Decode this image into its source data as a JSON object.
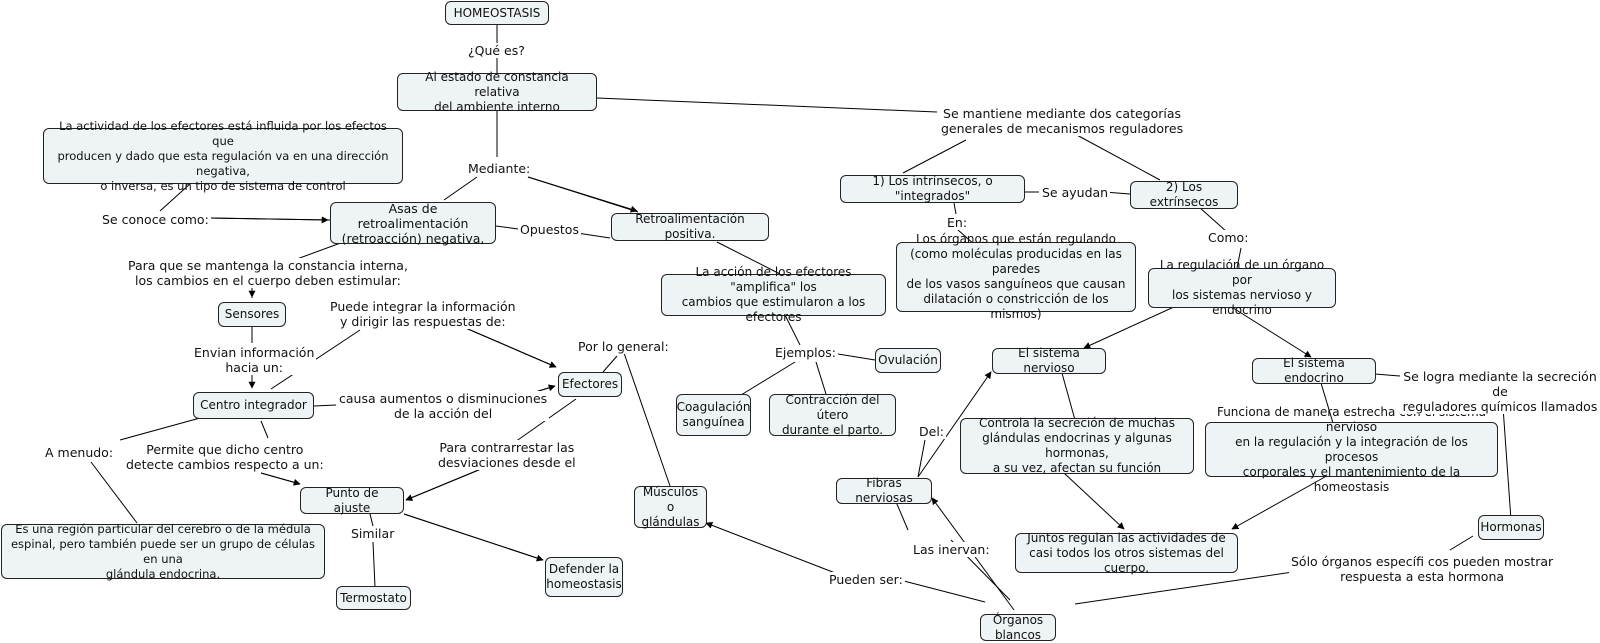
{
  "nodes": {
    "homeostasis": "HOMEOSTASIS",
    "definition": "Al estado de constancia relativa\ndel ambiente interno",
    "effector_activity": "La actividad de los efectores está influida por los efectos que\nproducen y dado que esta regulación va en una dirección negativa,\no inversa, es un tipo de sistema de control",
    "negative_feedback": "Asas de retroalimentación\n(retroacción) negativa.",
    "positive_feedback": "Retroalimentación positiva.",
    "amplify": "La acción de los efectores \"amplifica\" los\ncambios que estimularon a los efectores",
    "ovulation": "Ovulación",
    "coagulation": "Coagulación\nsanguínea",
    "contraction": "Contracción del útero\ndurante el parto.",
    "sensors": "Sensores",
    "integrator": "Centro integrador",
    "effectors": "Efectores",
    "set_point": "Punto de ajuste",
    "brain_region": "Es una región particular del cerebro o de la médula\nespinal, pero también puede ser un grupo de células en una\nglándula endocrina.",
    "thermostat": "Termostato",
    "defend": "Defender la\nhomeostasis",
    "muscles": "Músculos o\nglándulas",
    "intrinsic": "1) Los intrínsecos, o \"integrados\"",
    "extrinsic": "2) Los extrínsecos",
    "organs_regulating": "Los órganos que están regulando\n(como moléculas producidas en las paredes\nde los vasos sanguíneos que causan\ndilatación o constricción de los mismos)",
    "organ_regulation": "La regulación de un órgano por\nlos sistemas nervioso y endocrino",
    "nervous_system": "El sistema nervioso",
    "endocrine_system": "El sistema endocrino",
    "controls_secretion": "Controla la secreción de muchas\nglándulas endocrinas y algunas hormonas,\na su vez, afectan su función",
    "works_closely": "Funciona de manera estrecha con el sistema nervioso\nen la regulación y la integración de los procesos\ncorporales y el mantenimiento de la homeostasis",
    "together_regulate": "Juntos regulan las actividades de\ncasi todos los otros sistemas del cuerpo.",
    "nerve_fibers": "Fibras nerviosas",
    "hormones": "Hormonas",
    "target_organs": "Órganos blancos"
  },
  "labels": {
    "que_es": "¿Qué es?",
    "mediante": "Mediante:",
    "se_mantiene": "Se mantiene mediante dos categorías\ngenerales de mecanismos reguladores",
    "se_conoce": "Se conoce como:",
    "opuestos": "Opuestos",
    "para_que": "Para que se mantenga la constancia interna,\nlos cambios en el cuerpo deben estimular:",
    "envian": "Envian información\nhacia un:",
    "puede_integrar": "Puede integrar la información\ny dirigir las respuestas de:",
    "causa": "causa aumentos o disminuciones\nde la acción del",
    "permite": "Permite que dicho centro\ndetecte cambios respecto a un:",
    "a_menudo": "A menudo:",
    "para_contrarrestar": "Para contrarrestar las\ndesviaciones desde el",
    "similar": "Similar",
    "por_lo_general": "Por lo general:",
    "ejemplos": "Ejemplos:",
    "se_ayudan": "Se ayudan",
    "en": "En:",
    "como": "Como:",
    "se_logra": "Se logra mediante la secreción de\nreguladores químicos llamados",
    "del": "Del:",
    "las_inervan": "Las inervan:",
    "pueden_ser": "Pueden ser:",
    "solo_organos": "Sólo órganos específi cos pueden mostrar\nrespuesta a esta hormona"
  }
}
